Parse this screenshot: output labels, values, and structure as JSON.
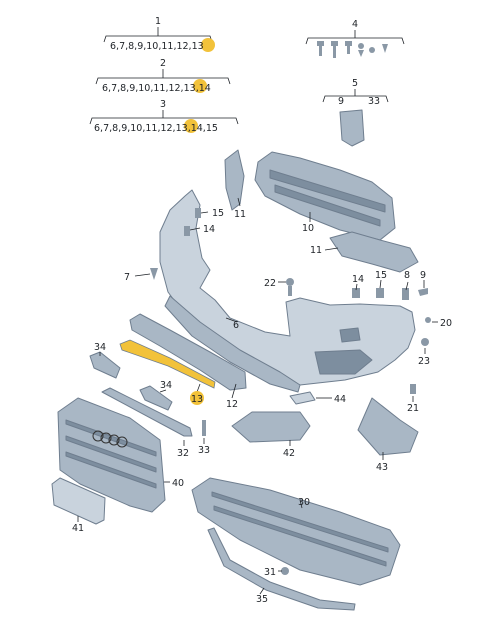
{
  "header": {
    "groups": [
      {
        "id": "1",
        "list_before": "6,7,8,9,10,11,12,",
        "list_highlight": "13",
        "list_after": ""
      },
      {
        "id": "2",
        "list_before": "6,7,8,9,10,11,12,",
        "list_highlight": "13",
        "list_after": ",14"
      },
      {
        "id": "3",
        "list_before": "6,7,8,9,10,11,12,",
        "list_highlight": "13",
        "list_after": ",14,15"
      },
      {
        "id": "4",
        "list_before": "",
        "list_highlight": "",
        "list_after": ""
      },
      {
        "id": "5",
        "list_before": "9",
        "list_highlight": "",
        "list_after": "33"
      }
    ]
  },
  "callouts": {
    "c6": "6",
    "c7": "7",
    "c8": "8",
    "c9": "9",
    "c10": "10",
    "c11a": "11",
    "c11b": "11",
    "c12": "12",
    "c13": "13",
    "c14a": "14",
    "c14b": "14",
    "c15a": "15",
    "c15b": "15",
    "c20": "20",
    "c21": "21",
    "c22": "22",
    "c23": "23",
    "c30": "30",
    "c31": "31",
    "c32": "32",
    "c33": "33",
    "c34a": "34",
    "c34b": "34",
    "c35": "35",
    "c40": "40",
    "c41": "41",
    "c42": "42",
    "c43": "43",
    "c44": "44"
  },
  "colors": {
    "highlight": "#f2c23a",
    "part_light": "#c9d3dd",
    "part_mid": "#a9b7c5",
    "part_dark": "#7d8e9f",
    "outline": "#6f7e8f"
  }
}
